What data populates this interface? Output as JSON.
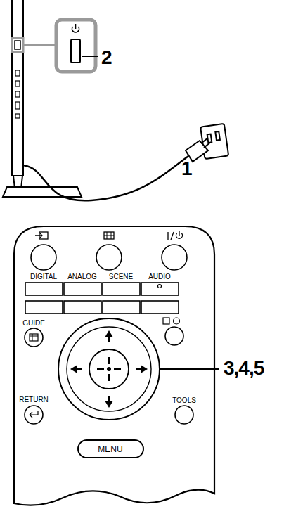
{
  "diagram": {
    "nodes": [
      {
        "text": [
          "MENU"
        ]
      }
    ],
    "labels": [
      "2",
      "1",
      "3,4,5",
      "DIGITAL",
      "ANALOG",
      "SCENE",
      "AUDIO",
      "GUIDE",
      "RETURN",
      "TOOLS"
    ]
  }
}
